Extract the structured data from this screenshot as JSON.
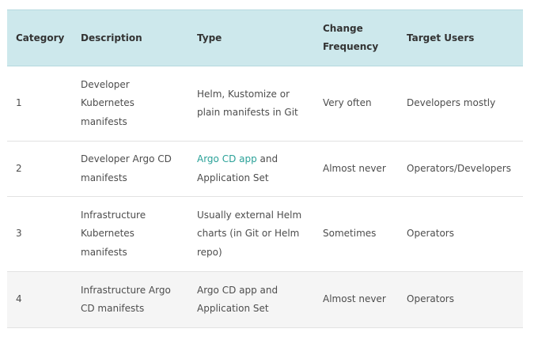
{
  "table": {
    "headers": [
      "Category",
      "Description",
      "Type",
      "Change Frequency",
      "Target Users"
    ],
    "rows": [
      {
        "category": "1",
        "description": "Developer Kubernetes manifests",
        "type_link": "",
        "type": "Helm, Kustomize or plain manifests in Git",
        "frequency": "Very often",
        "users": "Developers mostly"
      },
      {
        "category": "2",
        "description": "Developer Argo CD manifests",
        "type_link": "Argo CD app",
        "type": " and Application Set",
        "frequency": "Almost never",
        "users": "Operators/Developers"
      },
      {
        "category": "3",
        "description": "Infrastructure Kubernetes manifests",
        "type_link": "",
        "type": "Usually external Helm charts (in Git or Helm repo)",
        "frequency": "Sometimes",
        "users": "Operators"
      },
      {
        "category": "4",
        "description": "Infrastructure Argo CD manifests",
        "type_link": "",
        "type": "Argo CD app and Application Set",
        "frequency": "Almost never",
        "users": "Operators"
      }
    ]
  },
  "colors": {
    "header_bg": "#cde8ec",
    "link": "#2aa198",
    "shaded_row": "#f5f5f5"
  }
}
